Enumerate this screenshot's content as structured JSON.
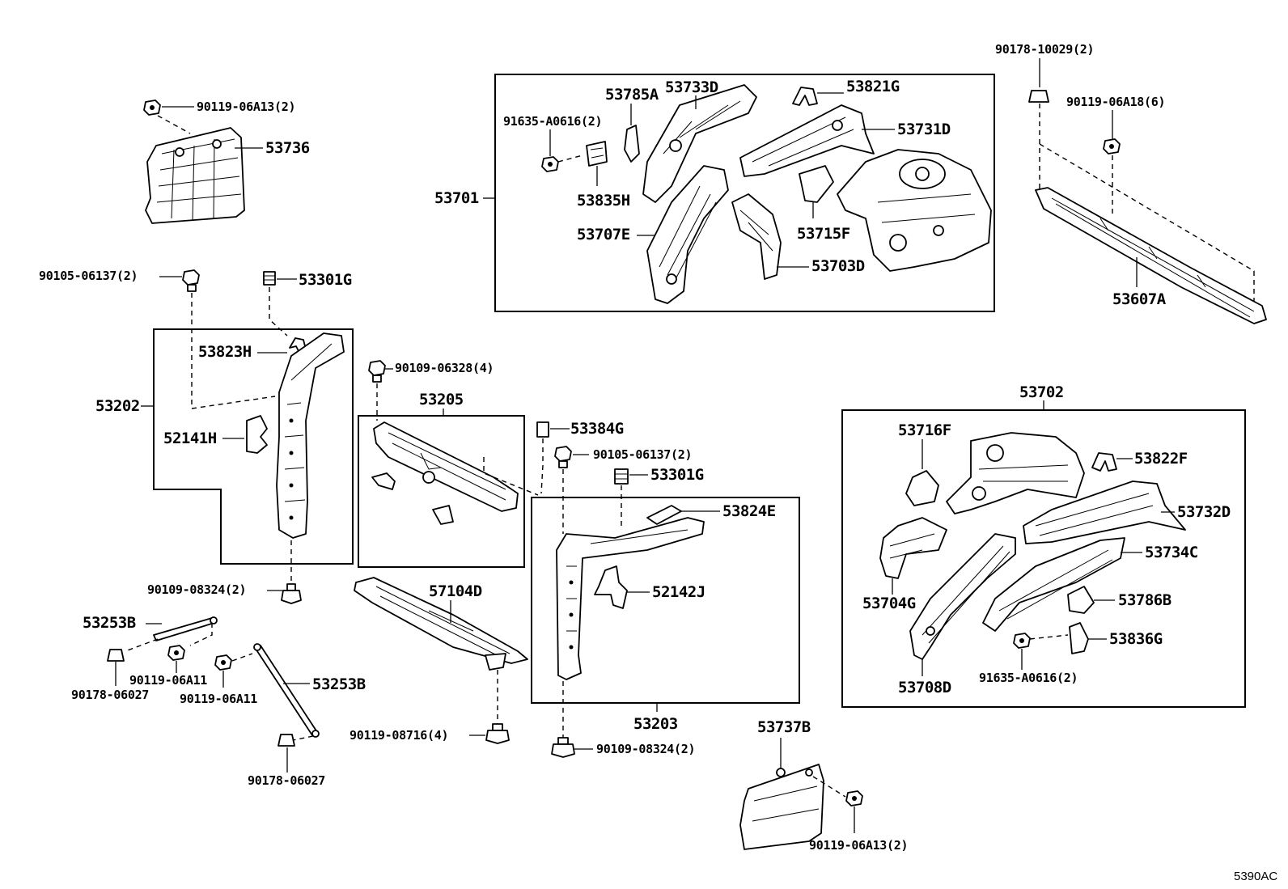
{
  "diagram_code": "5390AC",
  "parts": {
    "p53736": "53736",
    "b53736": "90119-06A13(2)",
    "p53701": "53701",
    "p53785A": "53785A",
    "p53733D": "53733D",
    "p53821G": "53821G",
    "b91635_top": "91635-A0616(2)",
    "p53731D": "53731D",
    "p53835H": "53835H",
    "p53707E": "53707E",
    "p53715F": "53715F",
    "p53703D": "53703D",
    "b90178_10029": "90178-10029(2)",
    "b90119_06A18": "90119-06A18(6)",
    "p53607A": "53607A",
    "b90105_left": "90105-06137(2)",
    "p53301G_left": "53301G",
    "p53823H": "53823H",
    "p53202": "53202",
    "p52141H": "52141H",
    "b90109_06328": "90109-06328(4)",
    "p53205": "53205",
    "p53384G": "53384G",
    "b90105_mid": "90105-06137(2)",
    "p53301G_mid": "53301G",
    "p53824E": "53824E",
    "p52142J": "52142J",
    "b90109_08324_left": "90109-08324(2)",
    "p57104D": "57104D",
    "p53253B_a": "53253B",
    "p53253B_b": "53253B",
    "b90119_06A11_a": "90119-06A11",
    "b90119_06A11_b": "90119-06A11",
    "b90178_06027_a": "90178-06027",
    "b90178_06027_b": "90178-06027",
    "b90119_08716": "90119-08716(4)",
    "p53203": "53203",
    "b90109_08324_mid": "90109-08324(2)",
    "p53737B": "53737B",
    "b90119_06A13_bottom": "90119-06A13(2)",
    "p53702": "53702",
    "p53716F": "53716F",
    "p53822F": "53822F",
    "p53732D": "53732D",
    "p53734C": "53734C",
    "p53704G": "53704G",
    "p53786B": "53786B",
    "p53836G": "53836G",
    "b91635_right": "91635-A0616(2)",
    "p53708D": "53708D"
  }
}
